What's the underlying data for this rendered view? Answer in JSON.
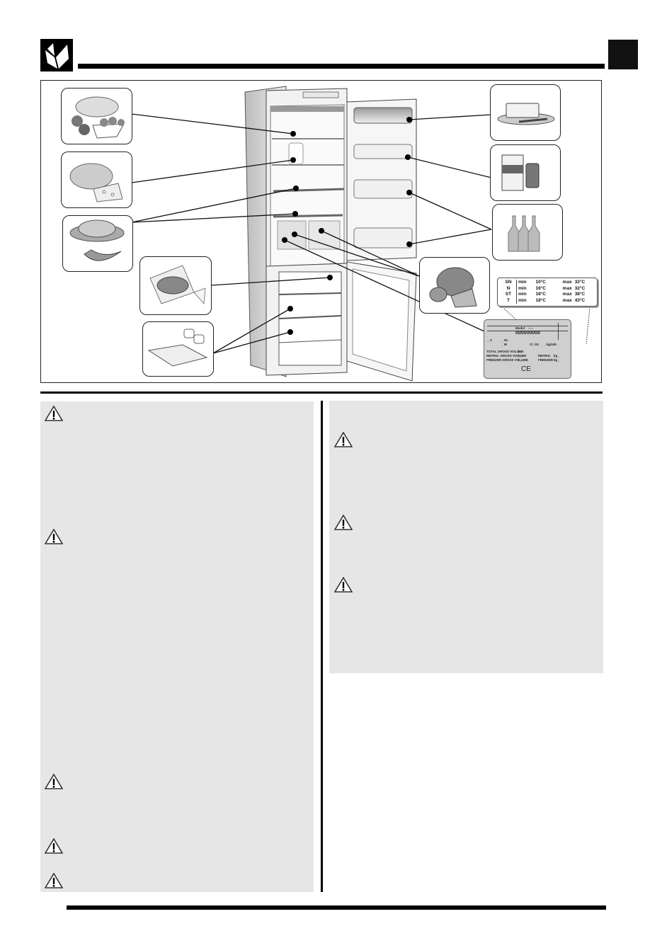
{
  "header": {
    "icon": "open-book-icon",
    "section_tab": ""
  },
  "figure": {
    "subject": "fridge-freezer-open-doors",
    "food_callouts_left": [
      {
        "name": "pastries-bread-basket",
        "icon": "pastry-basket-icon"
      },
      {
        "name": "cheese",
        "icon": "cheese-icon"
      },
      {
        "name": "roast-chicken-and-fish",
        "icon": "chicken-fish-icon"
      },
      {
        "name": "wrapped-frozen-fish",
        "icon": "wrapped-fish-icon"
      },
      {
        "name": "ice-cube-tray",
        "icon": "ice-tray-icon"
      }
    ],
    "food_callouts_right": [
      {
        "name": "butter",
        "icon": "butter-icon"
      },
      {
        "name": "milk-carton-and-can",
        "icon": "milk-can-icon"
      },
      {
        "name": "bottles",
        "icon": "bottles-icon"
      },
      {
        "name": "fruit-and-vegetables",
        "icon": "vegetables-icon"
      }
    ],
    "climate_classes": [
      {
        "class": "SN",
        "min_label": "min",
        "min": "10°C",
        "max_label": "max",
        "max": "32°C"
      },
      {
        "class": "N",
        "min_label": "min",
        "min": "16°C",
        "max_label": "max",
        "max": "32°C"
      },
      {
        "class": "ST",
        "min_label": "min",
        "min": "18°C",
        "max_label": "max",
        "max": "38°C"
      },
      {
        "class": "T",
        "min_label": "min",
        "min": "18°C",
        "max_label": "max",
        "max": "43°C"
      }
    ],
    "rating_plate": {
      "model_label": "Model",
      "model_dashes": "-----",
      "model_number": "000000000",
      "voltage": "__V",
      "frequency": "_ Hz",
      "power": "_ W",
      "class_label": "Cl. SS",
      "energy": "_ kg/24h",
      "total_gross_volume": "TOTAL GROSS VOLUME",
      "refrig_gross_volume": "REFRIG. GROSS VOLUME",
      "freezer_gross_volume": "FREEZER GROSS VOLUME",
      "litre_unit": "l _",
      "refrig_label": "REFRIG.",
      "freezer_label": "FREEZER",
      "kg_unit": "kg _",
      "ce_mark": "CE"
    }
  },
  "panels": {
    "left": {
      "warnings": 5,
      "warning_icon": "warning-triangle-icon"
    },
    "right": {
      "warnings": 3,
      "warning_icon": "warning-triangle-icon"
    }
  },
  "colors": {
    "panel_bg": "#e6e6e6",
    "rule": "#000000"
  }
}
